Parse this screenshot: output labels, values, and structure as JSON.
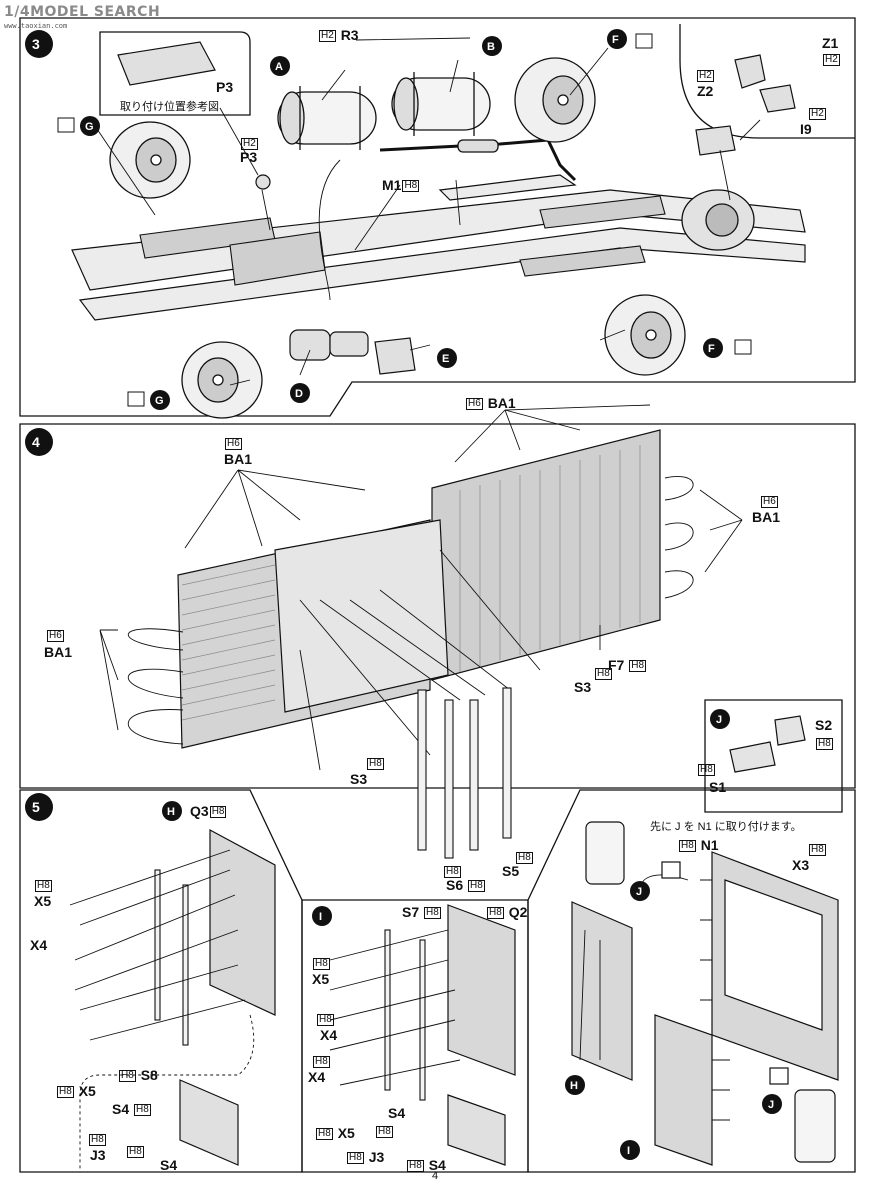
{
  "watermark": {
    "text": "1/4MODEL SEARCH",
    "sub": "www.taoxian.com"
  },
  "page_number": "4",
  "steps": {
    "s3": "3",
    "s4": "4",
    "s5": "5"
  },
  "sub_assemblies": {
    "A": "A",
    "B": "B",
    "D": "D",
    "E": "E",
    "F": "F",
    "G": "G",
    "H": "H",
    "I": "I",
    "J": "J"
  },
  "hbox": {
    "h2": "2",
    "h6": "6",
    "h8": "8",
    "prefix": "H"
  },
  "parts": {
    "R3": "R3",
    "M1": "M1",
    "P3": "P3",
    "Z1": "Z1",
    "Z2": "Z2",
    "I9": "I9",
    "BA1": "BA1",
    "F7": "F7",
    "S3": "S3",
    "S2": "S2",
    "S1": "S1",
    "S5": "S5",
    "S6": "S6",
    "Q3": "Q3",
    "X5": "X5",
    "X4": "X4",
    "S8": "S8",
    "S4": "S4",
    "J3": "J3",
    "Q2": "Q2",
    "S7": "S7",
    "N1": "N1",
    "X3": "X3"
  },
  "notes": {
    "p3_ref": "取り付け位置参考図",
    "j_note": "先に J を N1 に取り付けます。"
  },
  "colors": {
    "line": "#111111",
    "panel": "#d8d8d8",
    "rib": "#9a9a9a",
    "frame": "#bdbdbd"
  }
}
